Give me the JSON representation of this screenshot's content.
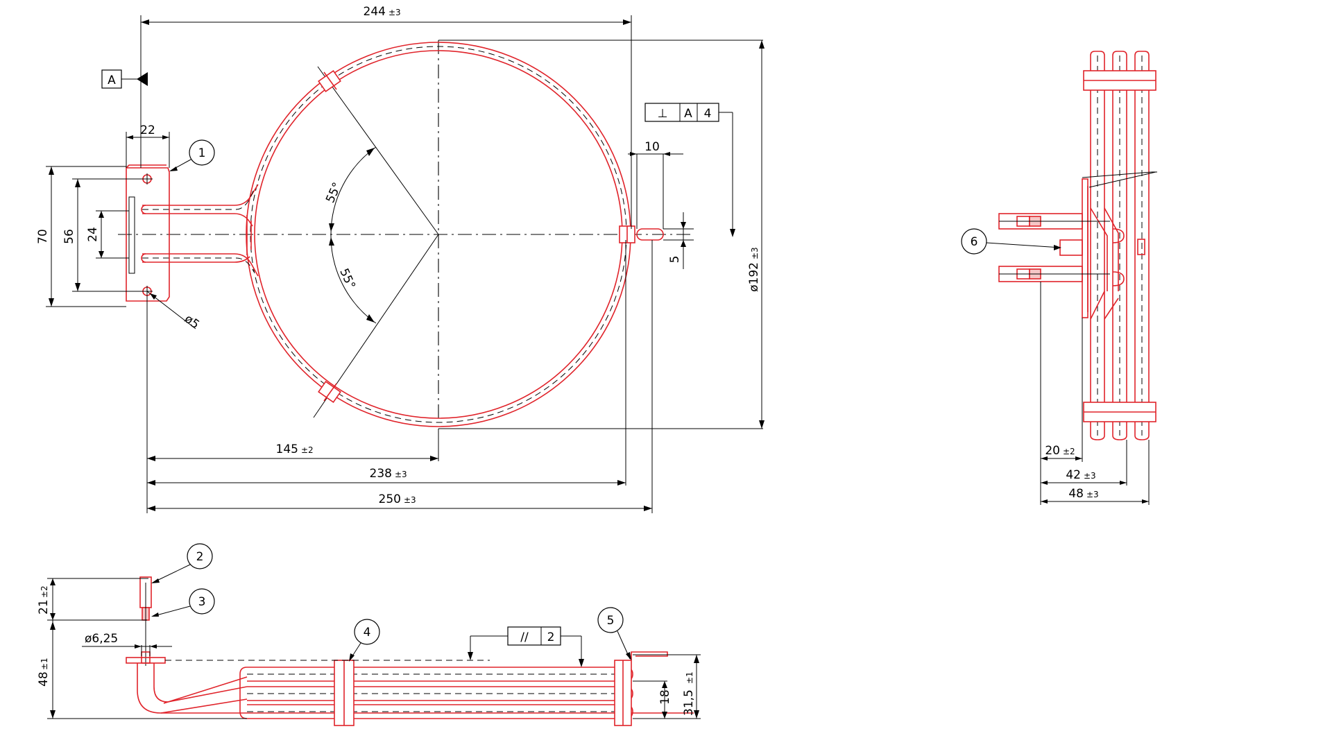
{
  "front_view": {
    "dims": {
      "top_width": "244",
      "top_width_tol": "±3",
      "flange_width": "22",
      "height_70": "70",
      "height_56": "56",
      "height_24": "24",
      "hole_dia": "ø5",
      "tab_width": "10",
      "tab_slot": "5",
      "ring_dia": "ø192",
      "ring_dia_tol": "±3",
      "angle_top": "55°",
      "angle_bottom": "55°",
      "dim_145": "145",
      "dim_145_tol": "±2",
      "dim_238": "238",
      "dim_238_tol": "±3",
      "dim_250": "250",
      "dim_250_tol": "±3"
    },
    "datum": "A",
    "perp_frame": {
      "symbol": "⊥",
      "datum": "A",
      "value": "4"
    },
    "balloons": {
      "b1": "1"
    }
  },
  "side_view": {
    "dims": {
      "dim_20": "20",
      "dim_20_tol": "±2",
      "dim_42": "42",
      "dim_42_tol": "±3",
      "dim_48": "48",
      "dim_48_tol": "±3"
    },
    "balloons": {
      "b6": "6"
    }
  },
  "bottom_view": {
    "dims": {
      "dim_21": "21",
      "dim_21_tol": "±2",
      "dia_625": "ø6,25",
      "dim_48": "48",
      "dim_48_tol": "±1",
      "dim_18": "18",
      "dim_315": "31,5",
      "dim_315_tol": "±1"
    },
    "parallel_frame": {
      "symbol": "//",
      "value": "2"
    },
    "balloons": {
      "b2": "2",
      "b3": "3",
      "b4": "4",
      "b5": "5"
    }
  }
}
